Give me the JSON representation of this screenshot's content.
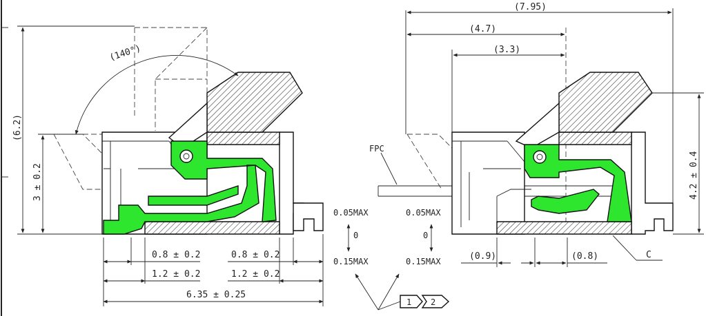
{
  "colors": {
    "highlight": "#2ee62e",
    "line": "#222222",
    "background": "#ffffff"
  },
  "left_view": {
    "angle": "(140°)",
    "height_total": "(6.2)",
    "height_body": "3 ± 0.2",
    "dim_left_1": "0.8 ± 0.2",
    "dim_right_1": "0.8 ± 0.2",
    "dim_left_2": "1.2 ± 0.2",
    "dim_right_2": "1.2 ± 0.2",
    "width_total": "6.35 ± 0.25"
  },
  "tolerance": {
    "left_max": "0.05MAX",
    "left_min": "0.15MAX",
    "left_zero": "0",
    "right_max": "0.05MAX",
    "right_min": "0.15MAX",
    "right_zero": "0"
  },
  "right_view": {
    "dim_795": "(7.95)",
    "dim_47": "(4.7)",
    "dim_33": "(3.3)",
    "fpc_label": "FPC",
    "dim_09": "(0.9)",
    "dim_08": "(0.8)",
    "height": "4.2 ± 0.4",
    "chamfer": "C"
  },
  "flags": {
    "flag_1": "1",
    "flag_2": "2"
  }
}
